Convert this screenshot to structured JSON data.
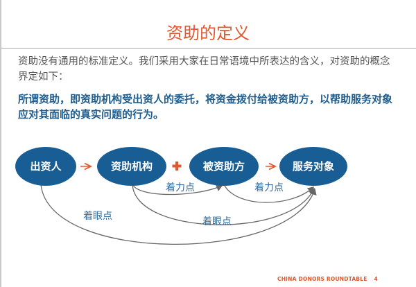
{
  "title": "资助的定义",
  "intro": "资助没有通用的标准定义。我们采用大家在日常语境中所表达的含义，对资助的概念界定如下：",
  "definition": "所谓资助，即资助机构受出资人的委托，将资金拨付给被资助方，以帮助服务对象应对其面临的真实问题的行为。",
  "diagram": {
    "nodes": [
      "出资人",
      "资助机构",
      "被资助方",
      "服务对象"
    ],
    "labels": {
      "focus_point_1": "着力点",
      "focus_point_2": "着力点",
      "viewpoint_1": "着眼点",
      "viewpoint_2": "着眼点"
    }
  },
  "footer": {
    "org": "CHINA DONORS ROUNDTABLE",
    "page": "4"
  },
  "colors": {
    "accent": "#e2572c",
    "node": "#185d94",
    "text_blue": "#1e5d8e"
  }
}
